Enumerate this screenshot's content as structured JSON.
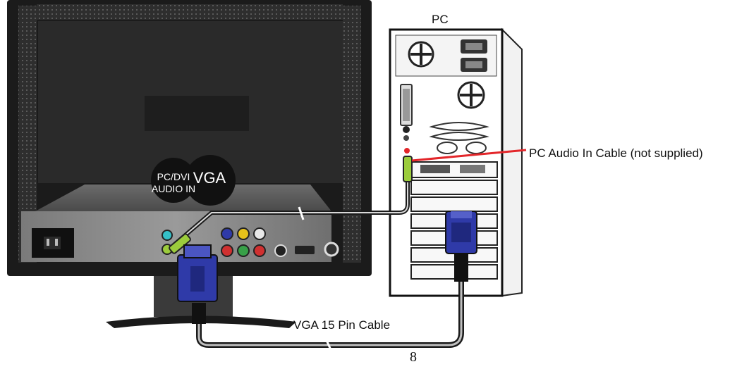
{
  "labels": {
    "pc": "PC",
    "audio_cable": "PC Audio In Cable (not supplied)",
    "vga_cable": "VGA 15 Pin Cable",
    "page_number": "8"
  },
  "badges": {
    "audio_line1": "PC/DVI",
    "audio_line2": "AUDIO IN",
    "vga": "VGA"
  },
  "colors": {
    "audio_cable_line": "#e3262a",
    "vga_connector": "#2f3aa8",
    "audio_plug": "#9ccc3c"
  }
}
